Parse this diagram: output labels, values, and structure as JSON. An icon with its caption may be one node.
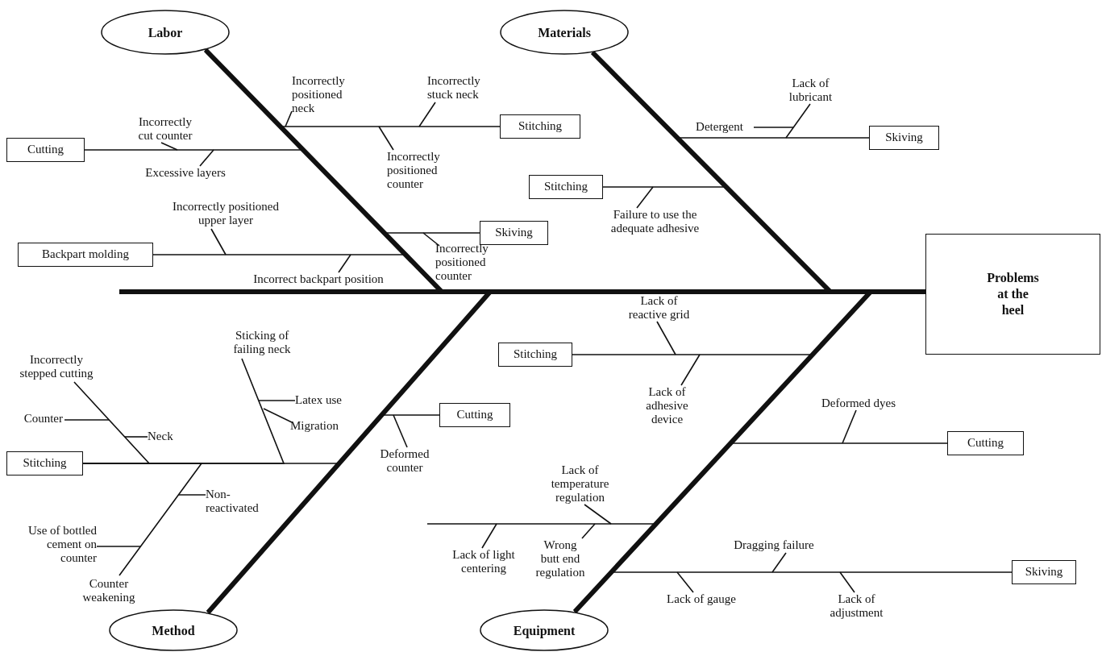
{
  "diagram": {
    "nodes": [
      {
        "text": [
          "Labor"
        ]
      },
      {
        "text": [
          "Incorrectly positioned neck"
        ]
      },
      {
        "text": [
          "Incorrectly stuck neck"
        ]
      },
      {
        "text": [
          "Stitching"
        ]
      },
      {
        "text": [
          "Incorrectly cut counter"
        ]
      },
      {
        "text": [
          "Cutting"
        ]
      },
      {
        "text": [
          "Excessive layers"
        ]
      },
      {
        "text": [
          "Incorrectly positioned counter"
        ]
      },
      {
        "text": [
          "Incorrectly positioned upper layer"
        ]
      },
      {
        "text": [
          "Skiving"
        ]
      },
      {
        "text": [
          "Backpart molding"
        ]
      },
      {
        "text": [
          "Incorrectly positioned counter"
        ]
      },
      {
        "text": [
          "Incorrect backpart position"
        ]
      },
      {
        "text": [
          "Materials"
        ]
      },
      {
        "text": [
          "Lack of lubricant"
        ]
      },
      {
        "text": [
          "Detergent"
        ]
      },
      {
        "text": [
          "Skiving"
        ]
      },
      {
        "text": [
          "Stitching"
        ]
      },
      {
        "text": [
          "Failure to use the adequate adhesive"
        ]
      },
      {
        "text": [
          "Problems at the heel"
        ]
      },
      {
        "text": [
          "Incorrectly stepped cutting"
        ]
      },
      {
        "text": [
          "Sticking of failing neck"
        ]
      },
      {
        "text": [
          "Latex use"
        ]
      },
      {
        "text": [
          "Counter"
        ]
      },
      {
        "text": [
          "Neck"
        ]
      },
      {
        "text": [
          "Migration"
        ]
      },
      {
        "text": [
          "Stitching"
        ]
      },
      {
        "text": [
          "Non-reactivated"
        ]
      },
      {
        "text": [
          "Use of bottled cement on counter"
        ]
      },
      {
        "text": [
          "Counter weakening"
        ]
      },
      {
        "text": [
          "Deformed counter"
        ]
      },
      {
        "text": [
          "Cutting"
        ]
      },
      {
        "text": [
          "Method"
        ]
      },
      {
        "text": [
          "Lack of reactive grid"
        ]
      },
      {
        "text": [
          "Stitching"
        ]
      },
      {
        "text": [
          "Lack of adhesive device"
        ]
      },
      {
        "text": [
          "Deformed dyes"
        ]
      },
      {
        "text": [
          "Cutting"
        ]
      },
      {
        "text": [
          "Lack of temperature regulation"
        ]
      },
      {
        "text": [
          "Wrong butt end regulation"
        ]
      },
      {
        "text": [
          "Lack of light centering"
        ]
      },
      {
        "text": [
          "Dragging failure"
        ]
      },
      {
        "text": [
          "Lack of gauge"
        ]
      },
      {
        "text": [
          "Lack of adjustment"
        ]
      },
      {
        "text": [
          "Skiving"
        ]
      },
      {
        "text": [
          "Equipment"
        ]
      }
    ],
    "edges": [
      {
        "from": null,
        "to": 19,
        "arrow": "none",
        "style": "thick"
      },
      {
        "from": 0,
        "to": 19,
        "arrow": "none",
        "style": "thick"
      },
      {
        "from": 13,
        "to": 19,
        "arrow": "none",
        "style": "thick"
      },
      {
        "from": 32,
        "to": 19,
        "arrow": "none",
        "style": "thick"
      },
      {
        "from": 45,
        "to": 19,
        "arrow": "none",
        "style": "thick"
      },
      {
        "from": 3,
        "to": 0,
        "arrow": "none"
      },
      {
        "from": 5,
        "to": 0,
        "arrow": "none"
      },
      {
        "from": 9,
        "to": 0,
        "arrow": "none"
      },
      {
        "from": 10,
        "to": 0,
        "arrow": "none"
      },
      {
        "from": 1,
        "to": null,
        "arrow": "none"
      },
      {
        "from": 2,
        "to": null,
        "arrow": "none"
      },
      {
        "from": 7,
        "to": null,
        "arrow": "none"
      },
      {
        "from": 4,
        "to": null,
        "arrow": "none"
      },
      {
        "from": 6,
        "to": null,
        "arrow": "none"
      },
      {
        "from": 11,
        "to": null,
        "arrow": "none"
      },
      {
        "from": 8,
        "to": null,
        "arrow": "none"
      },
      {
        "from": 12,
        "to": null,
        "arrow": "none"
      },
      {
        "from": 16,
        "to": 13,
        "arrow": "none"
      },
      {
        "from": 17,
        "to": 13,
        "arrow": "none"
      },
      {
        "from": 14,
        "to": null,
        "arrow": "none"
      },
      {
        "from": 15,
        "to": null,
        "arrow": "none"
      },
      {
        "from": 18,
        "to": null,
        "arrow": "none"
      },
      {
        "from": 26,
        "to": 32,
        "arrow": "none"
      },
      {
        "from": 31,
        "to": 32,
        "arrow": "none"
      },
      {
        "from": 20,
        "to": 26,
        "arrow": "none"
      },
      {
        "from": 21,
        "to": 26,
        "arrow": "none"
      },
      {
        "from": 29,
        "to": 26,
        "arrow": "none"
      },
      {
        "from": 22,
        "to": null,
        "arrow": "none"
      },
      {
        "from": 25,
        "to": null,
        "arrow": "none"
      },
      {
        "from": 23,
        "to": null,
        "arrow": "none"
      },
      {
        "from": 24,
        "to": null,
        "arrow": "none"
      },
      {
        "from": 27,
        "to": null,
        "arrow": "none"
      },
      {
        "from": 28,
        "to": null,
        "arrow": "none"
      },
      {
        "from": 30,
        "to": null,
        "arrow": "none"
      },
      {
        "from": 34,
        "to": 45,
        "arrow": "none"
      },
      {
        "from": 37,
        "to": 45,
        "arrow": "none"
      },
      {
        "from": null,
        "to": 45,
        "arrow": "none"
      },
      {
        "from": 44,
        "to": 45,
        "arrow": "none"
      },
      {
        "from": 33,
        "to": null,
        "arrow": "none"
      },
      {
        "from": 35,
        "to": null,
        "arrow": "none"
      },
      {
        "from": 36,
        "to": null,
        "arrow": "none"
      },
      {
        "from": 38,
        "to": null,
        "arrow": "none"
      },
      {
        "from": 39,
        "to": null,
        "arrow": "none"
      },
      {
        "from": 40,
        "to": null,
        "arrow": "none"
      },
      {
        "from": 41,
        "to": null,
        "arrow": "none"
      },
      {
        "from": 42,
        "to": null,
        "arrow": "none"
      },
      {
        "from": 43,
        "to": null,
        "arrow": "none"
      }
    ]
  }
}
